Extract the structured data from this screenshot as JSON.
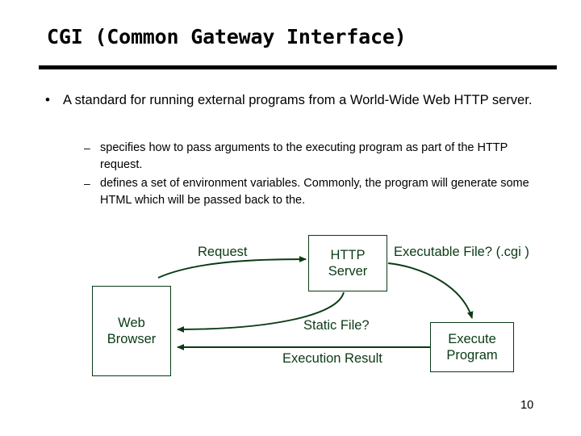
{
  "slide": {
    "title": "CGI (Common Gateway Interface)",
    "page_number": "10",
    "accent_color": "#0a3a14",
    "text_color": "#000000",
    "background_color": "#ffffff"
  },
  "body": {
    "bullets": [
      {
        "level": 1,
        "marker": "•",
        "text": "A standard for running external programs from a World-Wide Web HTTP server."
      },
      {
        "level": 2,
        "marker": "–",
        "text": "specifies how to pass arguments to the executing program as part of the HTTP request."
      },
      {
        "level": 2,
        "marker": "–",
        "text": "defines a set of environment variables. Commonly, the program will generate some HTML which will be passed back to the."
      }
    ]
  },
  "diagram": {
    "boxes": [
      {
        "id": "web-browser",
        "label": "Web\nBrowser"
      },
      {
        "id": "http-server",
        "label": "HTTP\nServer"
      },
      {
        "id": "execute-program",
        "label": "Execute\nProgram"
      }
    ],
    "box_labels": {
      "web_browser_line1": "Web",
      "web_browser_line2": "Browser",
      "http_server_line1": "HTTP",
      "http_server_line2": "Server",
      "execute_line1": "Execute",
      "execute_line2": "Program"
    },
    "edges": [
      {
        "id": "request",
        "label": "Request",
        "from": "web-browser",
        "to": "http-server"
      },
      {
        "id": "executable-file",
        "label": "Executable File? (.cgi )",
        "from": "http-server",
        "to": "execute-program"
      },
      {
        "id": "static-file",
        "label": "Static File?",
        "from": "http-server",
        "to": "web-browser"
      },
      {
        "id": "execution-result",
        "label": "Execution Result",
        "from": "execute-program",
        "to": "web-browser"
      }
    ]
  }
}
